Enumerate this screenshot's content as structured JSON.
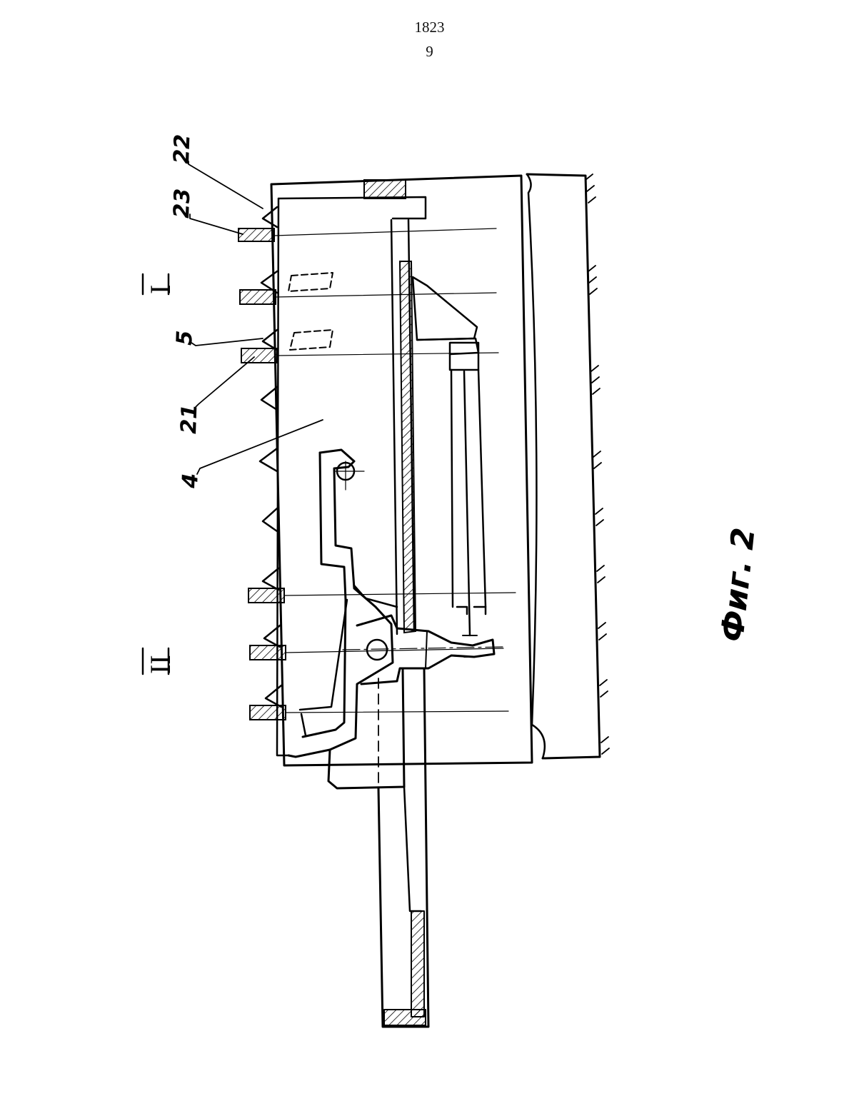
{
  "header": {
    "document_number": "1823",
    "page_number": "9"
  },
  "figure": {
    "caption": "Фиг. 2",
    "section_marks": [
      "I",
      "II"
    ],
    "reference_numerals": [
      "23",
      "22",
      "5",
      "21",
      "4"
    ]
  }
}
